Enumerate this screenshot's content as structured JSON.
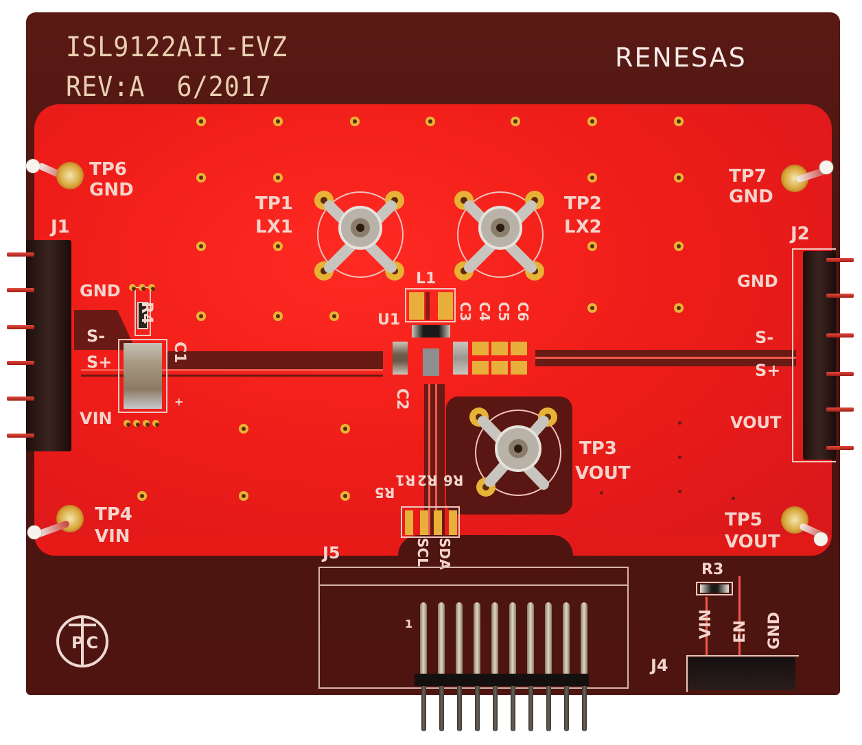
{
  "board": {
    "part_number": "ISL9122AII-EVZ",
    "revision": "REV:A  6/2017",
    "brand": "RENESAS",
    "fab_logo": "PC"
  },
  "test_points": [
    {
      "id": "TP1",
      "net": "LX1"
    },
    {
      "id": "TP2",
      "net": "LX2"
    },
    {
      "id": "TP3",
      "net": "VOUT"
    },
    {
      "id": "TP4",
      "net": "VIN"
    },
    {
      "id": "TP5",
      "net": "VOUT"
    },
    {
      "id": "TP6",
      "net": "GND"
    },
    {
      "id": "TP7",
      "net": "GND"
    }
  ],
  "connectors": {
    "j1": {
      "ref": "J1",
      "labels": [
        "GND",
        "S-",
        "S+",
        "VIN"
      ]
    },
    "j2": {
      "ref": "J2",
      "labels": [
        "GND",
        "S-",
        "S+",
        "VOUT"
      ]
    },
    "j4": {
      "ref": "J4",
      "labels": [
        "VIN",
        "EN",
        "GND"
      ]
    },
    "j5": {
      "ref": "J5",
      "pin1": "1",
      "labels": [
        "SCL",
        "SDA"
      ]
    }
  },
  "components": {
    "u1": "U1",
    "l1": "L1",
    "c1": "C1",
    "c2": "C2",
    "caps_out": [
      "C3",
      "C4",
      "C5",
      "C6"
    ],
    "r1": "R1",
    "r2": "R2",
    "r3": "R3",
    "r4": "R4",
    "r5": "R5",
    "r6": "R6",
    "c1_polarity": "+"
  },
  "colors": {
    "soldermask_red": "#ef1d19",
    "bare_mask_dark": "#4e1510",
    "silkscreen": "#f2cfc6",
    "gold_finish": "#e7b236"
  }
}
